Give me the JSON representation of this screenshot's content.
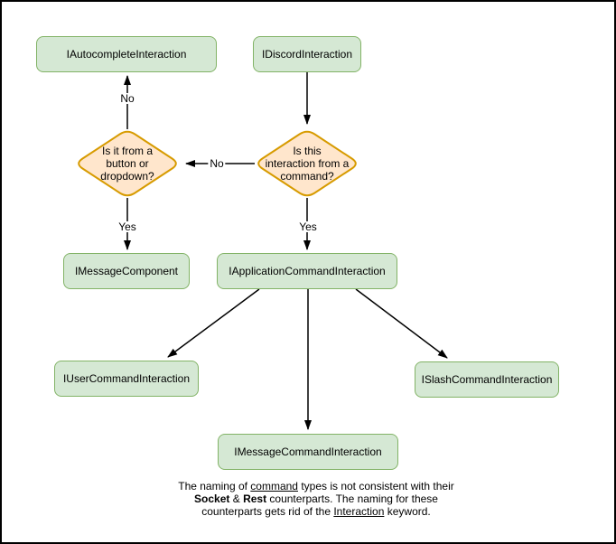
{
  "diagram": {
    "nodes": {
      "autocomplete": {
        "label": "IAutocompleteInteraction"
      },
      "discord": {
        "label": "IDiscordInteraction"
      },
      "message_component": {
        "label": "IMessageComponent"
      },
      "application_command": {
        "label": "IApplicationCommandInteraction"
      },
      "user_command": {
        "label": "IUserCommandInteraction"
      },
      "slash_command": {
        "label": "ISlashCommandInteraction"
      },
      "message_command": {
        "label": "IMessageCommandInteraction"
      }
    },
    "decisions": {
      "from_command": {
        "label": "Is this\ninteraction from a\ncommand?"
      },
      "from_component": {
        "label": "Is it from a\nbutton or\ndropdown?"
      }
    },
    "edge_labels": {
      "no_to_autocomplete": "No",
      "no_to_component_decision": "No",
      "yes_to_message_component": "Yes",
      "yes_to_application_command": "Yes"
    },
    "note": {
      "line1_prefix": "The naming of ",
      "line1_underlined": "command",
      "line1_suffix": " types is not consistent with their",
      "line2_bold1": "Socket",
      "line2_mid": " & ",
      "line2_bold2": "Rest",
      "line2_suffix": " counterparts. The naming for these",
      "line3_prefix": "counterparts gets rid of the ",
      "line3_underlined": "Interaction",
      "line3_suffix": " keyword."
    },
    "colors": {
      "node_fill": "#d5e8d4",
      "node_border": "#82b366",
      "decision_fill": "#ffe6cc",
      "decision_border": "#d79b00",
      "arrow": "#000000",
      "frame_border": "#000000"
    }
  }
}
